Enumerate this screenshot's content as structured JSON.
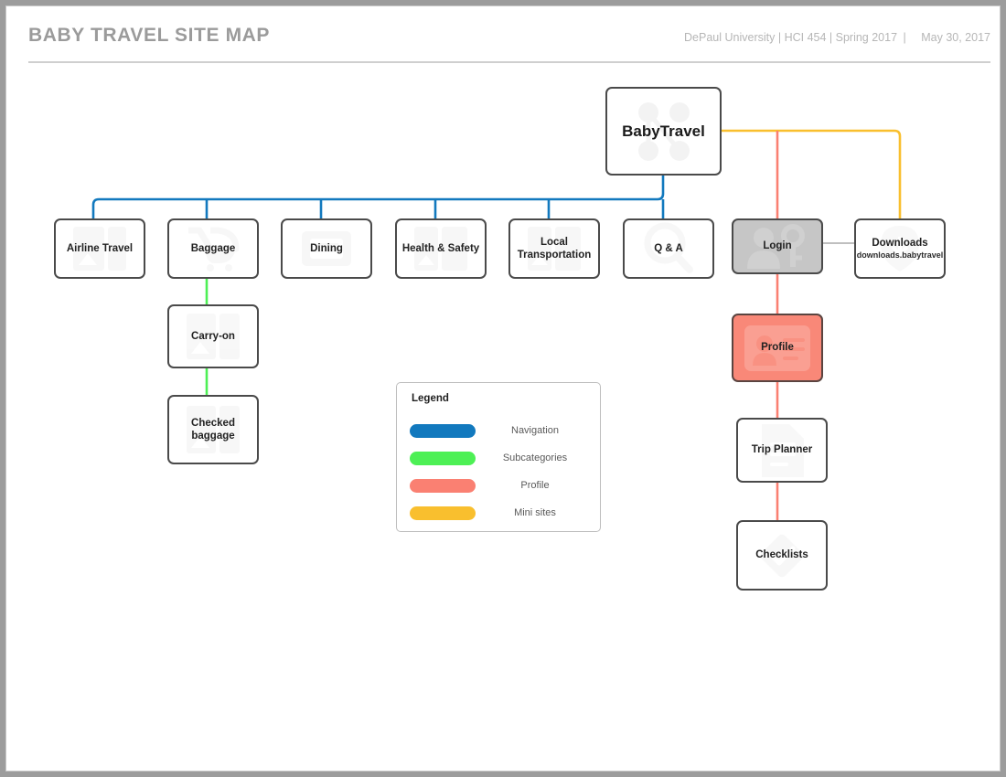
{
  "header": {
    "title": "BABY TRAVEL SITE MAP",
    "institution": "DePaul University | HCI 454 | Spring 2017",
    "separator": "|",
    "date": "May 30, 2017"
  },
  "colors": {
    "navigation": "#1279be",
    "subcategories": "#4df055",
    "profile": "#fa8072",
    "mini_sites": "#f9bf2e",
    "node_border": "#4a4a4a",
    "gray_fill": "#c6c6c6",
    "salmon_fill": "#f98878",
    "plain_connector": "#aaaaaa"
  },
  "nodes": {
    "root": {
      "label": "BabyTravel",
      "icon": "share-network-icon"
    },
    "airline_travel": {
      "label": "Airline Travel",
      "icon": "boarding-pass-icon"
    },
    "baggage": {
      "label": "Baggage",
      "icon": "stroller-icon"
    },
    "dining": {
      "label": "Dining",
      "icon": "tray-icon"
    },
    "health_safety": {
      "label": "Health & Safety",
      "icon": "first-aid-icon"
    },
    "local_transportation": {
      "label": "Local Transportation",
      "icon": "map-card-icon"
    },
    "qa": {
      "label": "Q & A",
      "icon": "magnifier-icon"
    },
    "login": {
      "label": "Login",
      "icon": "user-key-icon"
    },
    "downloads": {
      "label": "Downloads",
      "sublabel": "downloads.babytravel",
      "icon": "download-pin-icon"
    },
    "carry_on": {
      "label": "Carry-on",
      "icon": "boarding-pass-icon"
    },
    "checked_baggage": {
      "label": "Checked baggage",
      "icon": "boarding-pass-icon"
    },
    "profile": {
      "label": "Profile",
      "icon": "id-card-icon"
    },
    "trip_planner": {
      "label": "Trip Planner",
      "icon": "document-icon"
    },
    "checklists": {
      "label": "Checklists",
      "icon": "checklist-diamond-icon"
    }
  },
  "legend": {
    "title": "Legend",
    "items": [
      {
        "label": "Navigation",
        "color": "#1279be"
      },
      {
        "label": "Subcategories",
        "color": "#4df055"
      },
      {
        "label": "Profile",
        "color": "#fa8072"
      },
      {
        "label": "Mini sites",
        "color": "#f9bf2e"
      }
    ]
  }
}
